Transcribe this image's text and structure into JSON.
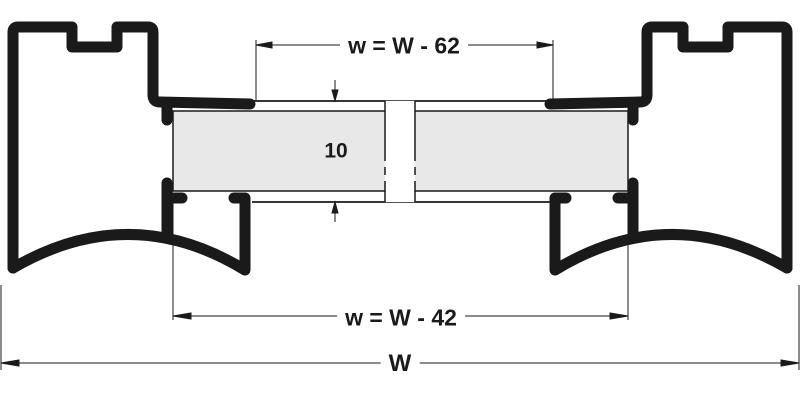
{
  "diagram": {
    "type": "profile-cross-section",
    "colors": {
      "profile": "#1a1a1a",
      "panel_fill": "#e8e8e8",
      "dimension_line": "#1a1a1a",
      "background": "#ffffff"
    },
    "dimensions": {
      "top": {
        "label": "w = W - 62"
      },
      "middle": {
        "label": "w = W - 42"
      },
      "bottom": {
        "label": "W"
      },
      "panel_thickness": {
        "label": "10"
      }
    }
  }
}
